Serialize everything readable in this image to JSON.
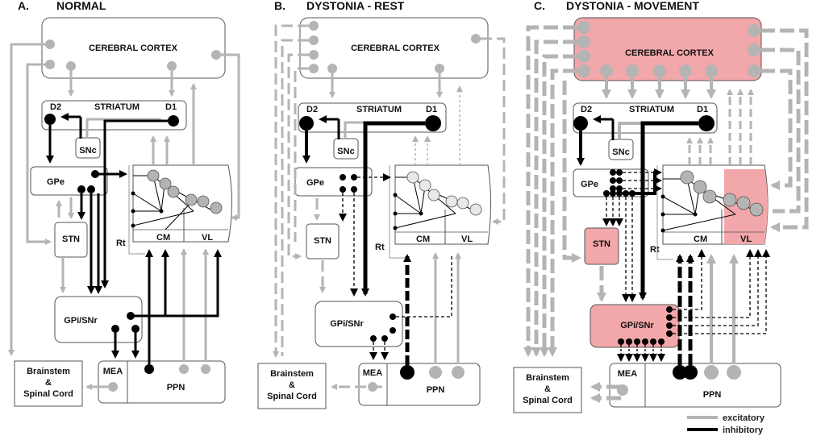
{
  "panels": [
    {
      "letter": "A.",
      "title": "NORMAL"
    },
    {
      "letter": "B.",
      "title": "DYSTONIA - REST"
    },
    {
      "letter": "C.",
      "title": "DYSTONIA - MOVEMENT"
    }
  ],
  "labels": {
    "cortex": "CEREBRAL CORTEX",
    "striatum": "STRIATUM",
    "d1": "D1",
    "d2": "D2",
    "snc": "SNc",
    "gpe": "GPe",
    "stn": "STN",
    "gpi": "GPi/SNr",
    "rt": "Rt",
    "cm": "CM",
    "vl": "VL",
    "mea": "MEA",
    "ppn": "PPN",
    "brainstem_1": "Brainstem",
    "brainstem_2": "&",
    "brainstem_3": "Spinal Cord"
  },
  "legend": {
    "excitatory": "excitatory",
    "inhibitory": "inhibitory"
  },
  "colors": {
    "excitatory": "#b4b4b4",
    "inhibitory": "#000000",
    "overactive": "#f2a7aa",
    "box_border": "#555555"
  }
}
